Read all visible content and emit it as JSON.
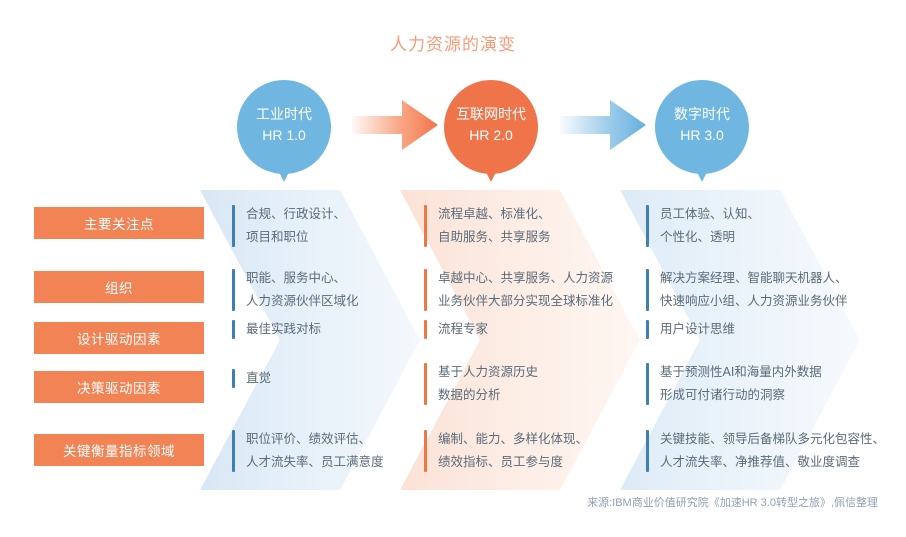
{
  "title": "人力资源的演变",
  "colors": {
    "title": "#F79B79",
    "orange": "#F28355",
    "pin_orange": "#F0744A",
    "pin_blue": "#6FB6E0",
    "bar_blue": "#3E7FB5",
    "bar_orange": "#EE7744",
    "body_text": "#5B6B7A",
    "footer_text": "#8FA0B3"
  },
  "stages": [
    {
      "name": "工业时代",
      "version": "HR 1.0",
      "color": "blue"
    },
    {
      "name": "互联网时代",
      "version": "HR 2.0",
      "color": "orange"
    },
    {
      "name": "数字时代",
      "version": "HR 3.0",
      "color": "blue"
    }
  ],
  "arrows": [
    {
      "name": "arrow-stage1-to-stage2",
      "color": "orange"
    },
    {
      "name": "arrow-stage2-to-stage3",
      "color": "blue"
    }
  ],
  "row_labels": [
    "主要关注点",
    "组织",
    "设计驱动因素",
    "决策驱动因素",
    "关键衡量指标领域"
  ],
  "matrix": [
    {
      "row": "主要关注点",
      "cells": [
        [
          "合规、行政设计、",
          "项目和职位"
        ],
        [
          "流程卓越、标准化、",
          "自助服务、共享服务"
        ],
        [
          "员工体验、认知、",
          "个性化、透明"
        ]
      ]
    },
    {
      "row": "组织",
      "cells": [
        [
          "职能、服务中心、",
          "人力资源伙伴区域化"
        ],
        [
          "卓越中心、共享服务、人力资源",
          "业务伙伴大部分实现全球标准化"
        ],
        [
          "解决方案经理、智能聊天机器人、",
          "快速响应小组、人力资源业务伙伴"
        ]
      ]
    },
    {
      "row": "设计驱动因素",
      "cells": [
        [
          "最佳实践对标"
        ],
        [
          "流程专家"
        ],
        [
          "用户设计思维"
        ]
      ]
    },
    {
      "row": "决策驱动因素",
      "cells": [
        [
          "直觉"
        ],
        [
          "基于人力资源历史",
          "数据的分析"
        ],
        [
          "基于预测性AI和海量内外数据",
          "形成可付诸行动的洞察"
        ]
      ]
    },
    {
      "row": "关键衡量指标领域",
      "cells": [
        [
          "职位评价、绩效评估、",
          "人才流失率、员工满意度"
        ],
        [
          "编制、能力、多样化体现、",
          "绩效指标、员工参与度"
        ],
        [
          "关键技能、领导后备梯队多元化包容性、",
          "人才流失率、净推荐值、敬业度调查"
        ]
      ]
    }
  ],
  "footer": "来源:IBM商业价值研究院《加速HR 3.0转型之旅》,佩信整理"
}
